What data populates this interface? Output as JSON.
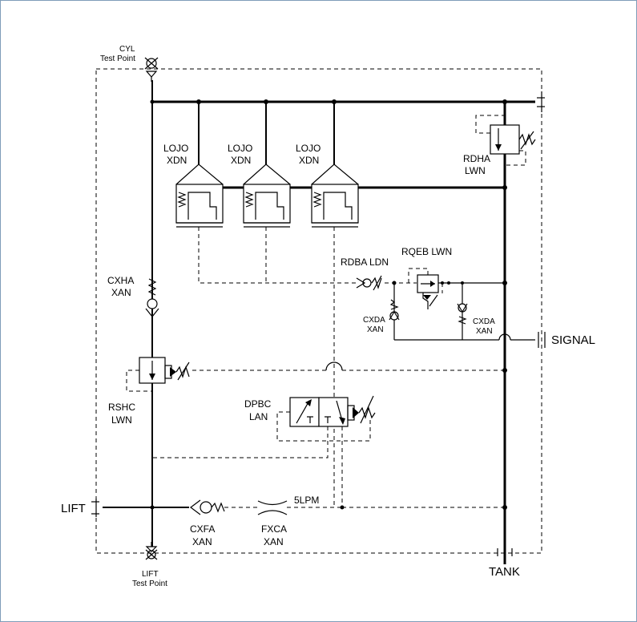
{
  "labels": {
    "cyl_test_point_1": "CYL",
    "cyl_test_point_2": "Test Point",
    "lift_test_point_1": "LIFT",
    "lift_test_point_2": "Test Point",
    "lojo_1a": "LOJO",
    "lojo_1b": "XDN",
    "lojo_2a": "LOJO",
    "lojo_2b": "XDN",
    "lojo_3a": "LOJO",
    "lojo_3b": "XDN",
    "rdha_a": "RDHA",
    "rdha_b": "LWN",
    "rdba": "RDBA LDN",
    "rqeb": "RQEB LWN",
    "cxha_a": "CXHA",
    "cxha_b": "XAN",
    "cxda_l_a": "CXDA",
    "cxda_l_b": "XAN",
    "cxda_r_a": "CXDA",
    "cxda_r_b": "XAN",
    "signal": "SIGNAL",
    "rshc_a": "RSHC",
    "rshc_b": "LWN",
    "dpbc_a": "DPBC",
    "dpbc_b": "LAN",
    "lift": "LIFT",
    "cxfa_a": "CXFA",
    "cxfa_b": "XAN",
    "fxca_a": "FXCA",
    "fxca_b": "XAN",
    "flow": "5LPM",
    "tank": "TANK"
  }
}
